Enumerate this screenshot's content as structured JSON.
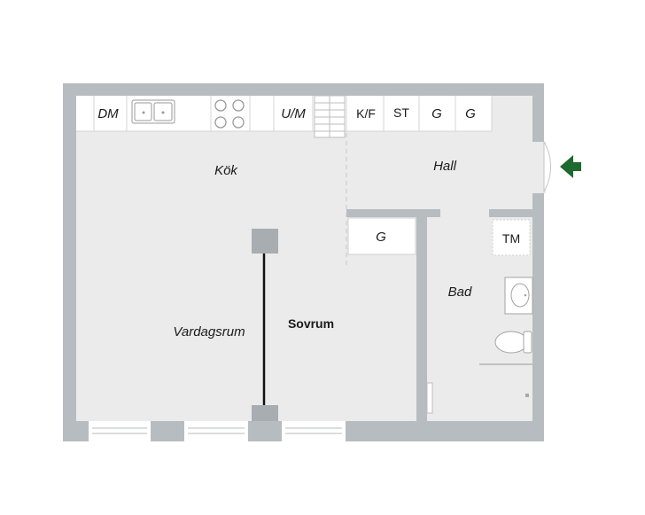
{
  "rooms": {
    "kok": "Kök",
    "hall": "Hall",
    "vardagsrum": "Vardagsrum",
    "sovrum": "Sovrum",
    "bad": "Bad"
  },
  "fixtures": {
    "dm": "DM",
    "um": "U/M",
    "kf": "K/F",
    "st": "ST",
    "g1": "G",
    "g2": "G",
    "g_closet": "G",
    "tm": "TM"
  },
  "colors": {
    "wall": "#b7bcc0",
    "floor": "#ebebeb",
    "fixture": "#ffffff",
    "entrance_arrow": "#1e6a2e"
  },
  "icons": {
    "entrance": "entrance-arrow-icon",
    "sink": "kitchen-sink-icon",
    "stove": "stove-icon",
    "stairs": "stairs-icon",
    "washbasin": "washbasin-icon",
    "toilet": "toilet-icon"
  }
}
